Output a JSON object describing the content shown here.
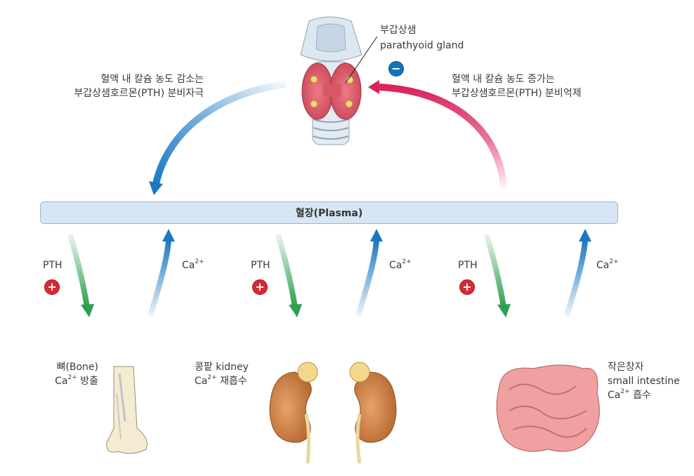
{
  "plasma_label": "혈장(Plasma)",
  "gland": {
    "label_ko": "부갑상샘",
    "label_en": "parathyoid gland",
    "feedback_sign": "−"
  },
  "left_arc": {
    "line1": "혈액 내 칼슘 농도 감소는",
    "line2": "부갑상샘호르몬(PTH) 분비자극"
  },
  "right_arc": {
    "line1": "혈액 내 칼슘 농도 증가는",
    "line2": "부갑상샘호르몬(PTH) 분비억제"
  },
  "pathways": [
    {
      "pth_label": "PTH",
      "sign": "+",
      "ca_label": "Ca",
      "ca_sup": "2+"
    },
    {
      "pth_label": "PTH",
      "sign": "+",
      "ca_label": "Ca",
      "ca_sup": "2+"
    },
    {
      "pth_label": "PTH",
      "sign": "+",
      "ca_label": "Ca",
      "ca_sup": "2+"
    }
  ],
  "organs": {
    "bone": {
      "line1": "뼈(Bone)",
      "ca": "Ca",
      "sup": "2+",
      "action": " 방출"
    },
    "kidney": {
      "line1": "콩팥 kidney",
      "ca": "Ca",
      "sup": "2+",
      "action": " 재흡수"
    },
    "intestine": {
      "line1": "작은창자",
      "line2": "small intestine",
      "ca": "Ca",
      "sup": "2+",
      "action": " 흡수"
    }
  },
  "colors": {
    "blue_arrow": "#1a78c2",
    "red_arrow": "#d9245a",
    "green_arrow": "#2e9e4f",
    "plasma_fill": "#d6e6f4",
    "kidney": "#d4894e",
    "intestine": "#f0a0a0",
    "thyroid": "#e06070"
  }
}
